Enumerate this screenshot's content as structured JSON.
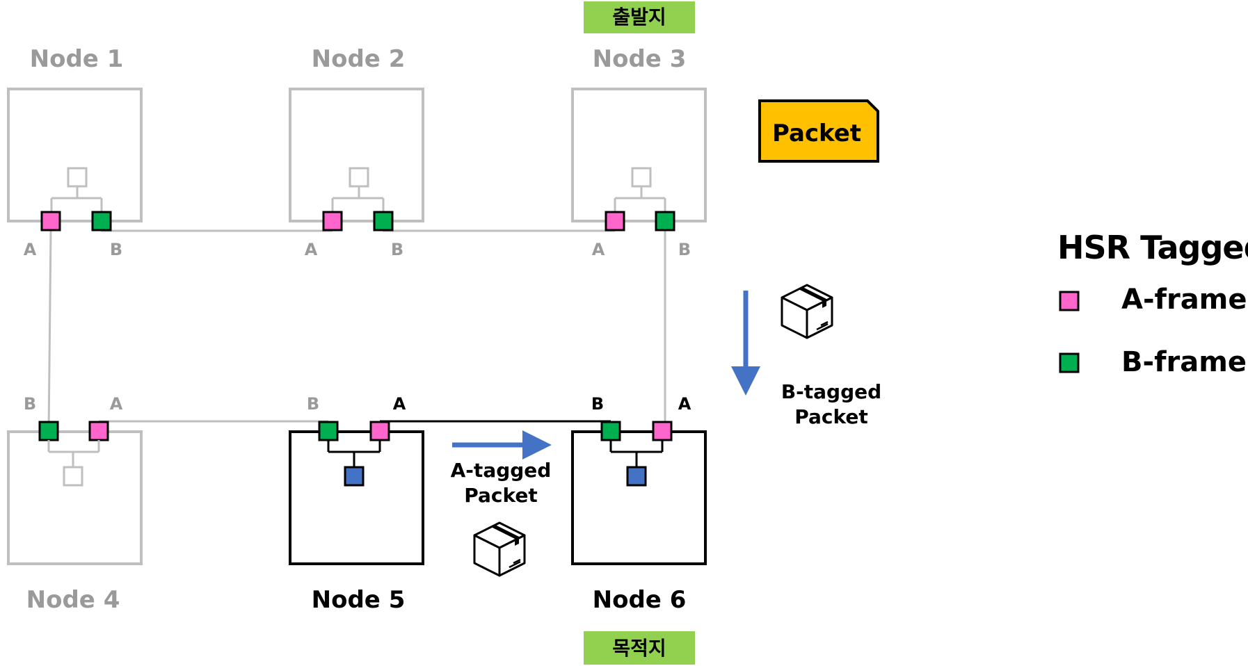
{
  "badges": {
    "origin": "출발지",
    "destination": "목적지",
    "badge_color": "#92d050"
  },
  "nodes": [
    {
      "label": "Node 1",
      "port_left": "A",
      "port_right": "B",
      "active": false
    },
    {
      "label": "Node 2",
      "port_left": "A",
      "port_right": "B",
      "active": false
    },
    {
      "label": "Node 3",
      "port_left": "A",
      "port_right": "B",
      "active": false
    },
    {
      "label": "Node 4",
      "port_left": "B",
      "port_right": "A",
      "active": false
    },
    {
      "label": "Node 5",
      "port_left": "B",
      "port_right": "A",
      "active": true
    },
    {
      "label": "Node 6",
      "port_left": "B",
      "port_right": "A",
      "active": true
    }
  ],
  "packet_label": "Packet",
  "a_tagged": {
    "line1": "A-tagged",
    "line2": "Packet"
  },
  "b_tagged": {
    "line1": "B-tagged",
    "line2": "Packet"
  },
  "legend": {
    "title": "HSR Tagged",
    "a_frame": "A-frame",
    "b_frame": "B-frame"
  },
  "colors": {
    "a_frame": "#ff66cc",
    "b_frame": "#00b050",
    "host": "#4472c4",
    "packet": "#ffc000",
    "arrow": "#4472c4",
    "inactive": "#bfbfbf",
    "active": "#000000"
  }
}
